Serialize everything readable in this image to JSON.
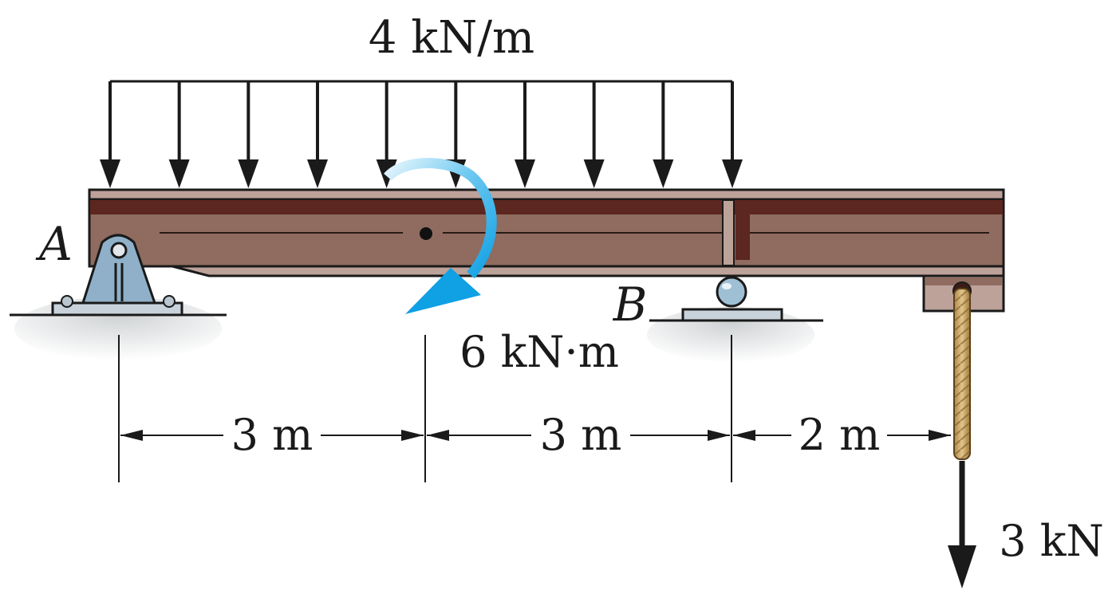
{
  "labels": {
    "distributed_load": "4 kN/m",
    "moment": "6 kN·m",
    "point_load": "3 kN",
    "support_a": "A",
    "support_b": "B",
    "dim_1": "3 m",
    "dim_2": "3 m",
    "dim_3": "2 m"
  },
  "colors": {
    "beam_dark": "#5c2720",
    "beam_mid": "#8f6c5f",
    "beam_light": "#bda29a",
    "moment_arrow": "#1aa6e6",
    "support_steel": "#8fb0c8",
    "ground": "#d6d8da"
  }
}
